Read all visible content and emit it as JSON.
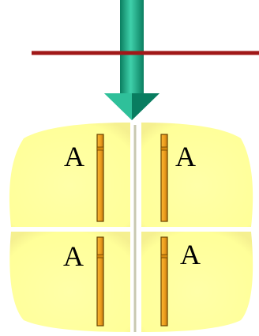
{
  "cells": [
    {
      "label": "A"
    },
    {
      "label": "A"
    },
    {
      "label": "A"
    },
    {
      "label": "A"
    }
  ],
  "colors": {
    "arrow_fill": "#0f9e7a",
    "arrow_dark": "#066b52",
    "arrow_light": "#3cc7a3",
    "line": "#a01818",
    "cell_fill": "#ffff99",
    "chromosome": "#f0a020",
    "chromosome_dark": "#7a4a00"
  }
}
